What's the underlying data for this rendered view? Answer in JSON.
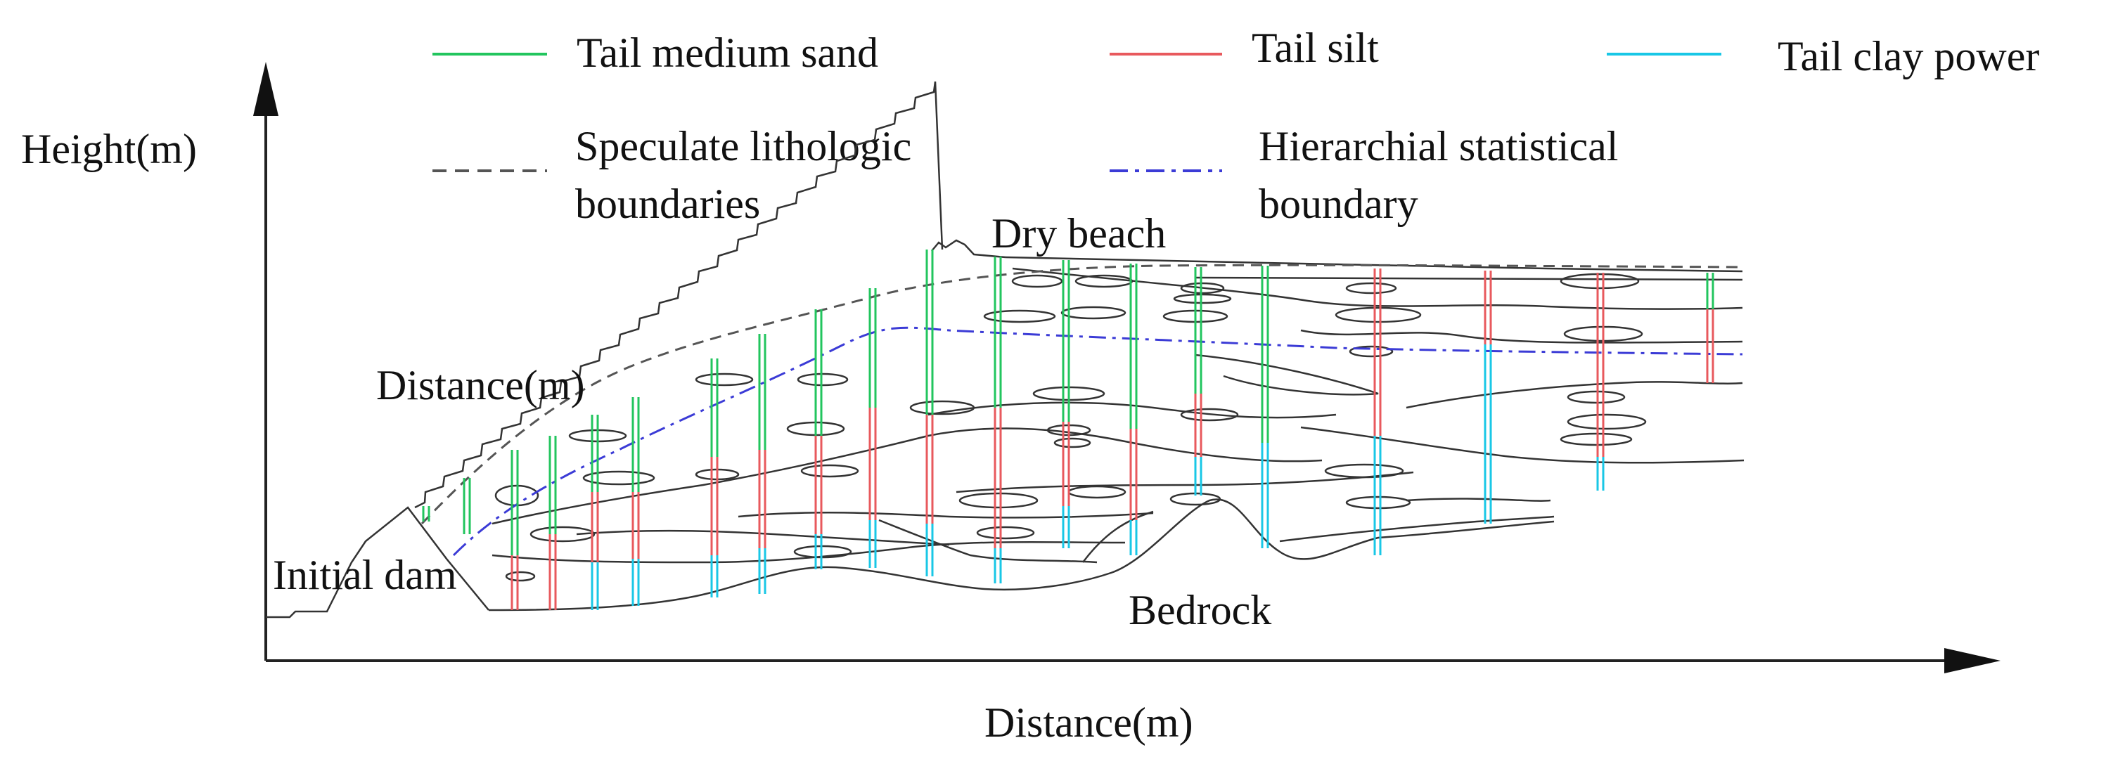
{
  "colors": {
    "tail_medium_sand": "#22c55e",
    "tail_silt": "#e8595d",
    "tail_clay_power": "#19c7e6",
    "speculate_boundary": "#555555",
    "hierarchial_boundary": "#3b3bd6",
    "outline": "#333333"
  },
  "axes": {
    "y_label": "Height(m)",
    "x_label": "Distance(m)"
  },
  "legend": {
    "items": [
      {
        "label": "Tail medium sand",
        "style": "solid",
        "color_key": "tail_medium_sand"
      },
      {
        "label": "Tail silt",
        "style": "solid",
        "color_key": "tail_silt"
      },
      {
        "label": "Tail clay power",
        "style": "solid",
        "color_key": "tail_clay_power"
      },
      {
        "label_line1": "Speculate lithologic",
        "label_line2": "boundaries",
        "style": "dashed",
        "color_key": "speculate_boundary"
      },
      {
        "label_line1": "Hierarchial statistical",
        "label_line2": "boundary",
        "style": "dash-dot",
        "color_key": "hierarchial_boundary"
      }
    ]
  },
  "annotations": {
    "dry_beach": "Dry beach",
    "slope_distance": "Distance(m)",
    "initial_dam": "Initial dam",
    "bedrock": "Bedrock"
  }
}
